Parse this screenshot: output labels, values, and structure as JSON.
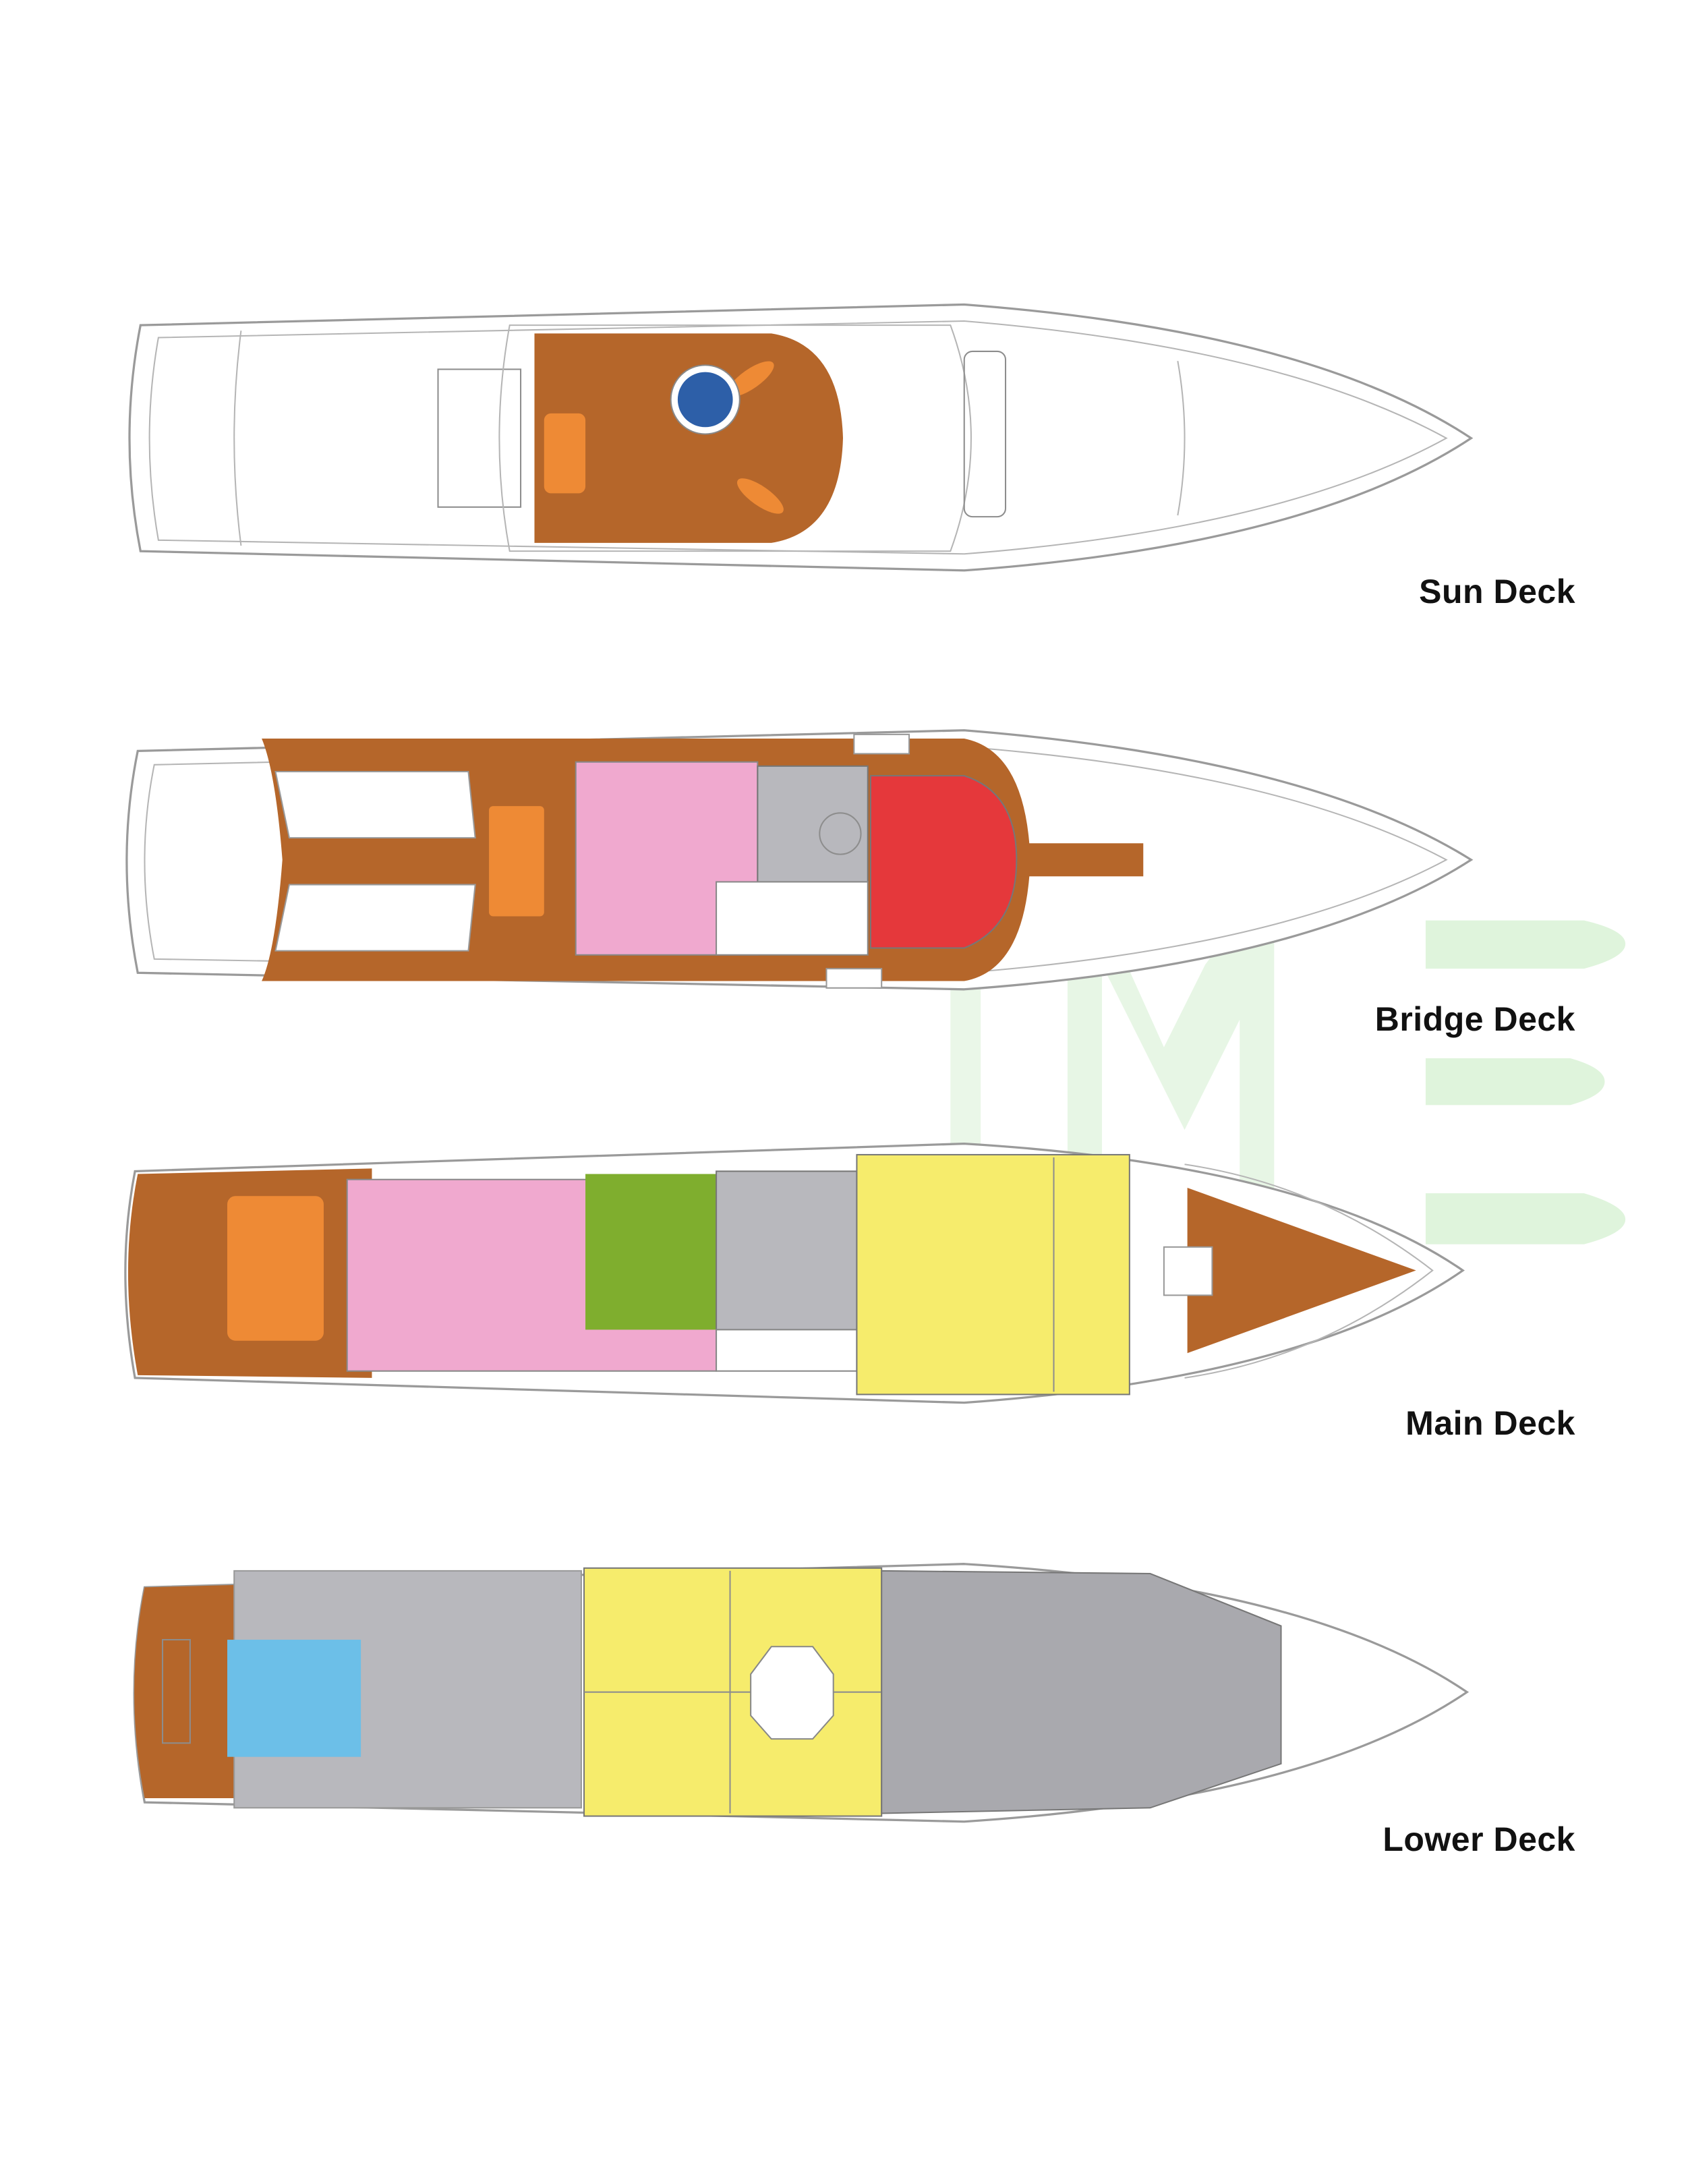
{
  "decks": [
    {
      "label": "Sun Deck"
    },
    {
      "label": "Bridge Deck"
    },
    {
      "label": "Main Deck"
    },
    {
      "label": "Lower Deck"
    }
  ],
  "colors": {
    "teak": "#b5662a",
    "orange": "#ee8a35",
    "jacuzzi": "#2d5fa8",
    "salon_pink": "#f0a9cf",
    "service_gray": "#b8b8bd",
    "skylounge_red": "#e5383b",
    "dining_green": "#7fae2e",
    "cabin_yellow": "#f6ec6c",
    "tender_blue": "#6cbfe8",
    "crew_gray": "#a9a9ae",
    "watermark_green": "#d9f2d6"
  }
}
